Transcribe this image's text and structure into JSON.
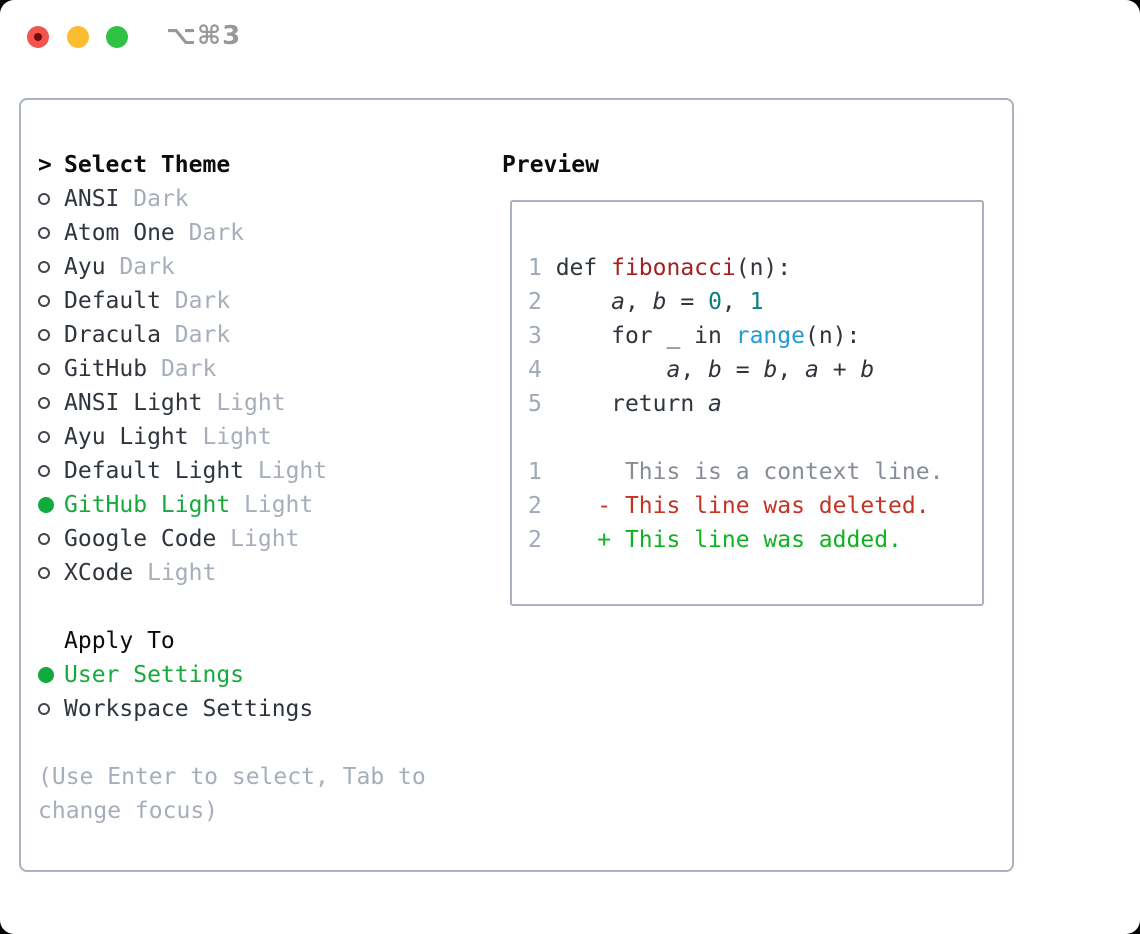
{
  "window": {
    "shortcut": "⌥⌘3",
    "traffic_lights": [
      {
        "name": "close-button",
        "color": "#f4544e"
      },
      {
        "name": "minimize-button",
        "color": "#fcbc2f"
      },
      {
        "name": "zoom-button",
        "color": "#2fc244"
      }
    ]
  },
  "left": {
    "title": {
      "prompt": ">",
      "label": "Select Theme"
    },
    "themes": [
      {
        "name": "ANSI",
        "tag": "Dark",
        "selected": false
      },
      {
        "name": "Atom One",
        "tag": "Dark",
        "selected": false
      },
      {
        "name": "Ayu",
        "tag": "Dark",
        "selected": false
      },
      {
        "name": "Default",
        "tag": "Dark",
        "selected": false
      },
      {
        "name": "Dracula",
        "tag": "Dark",
        "selected": false
      },
      {
        "name": "GitHub",
        "tag": "Dark",
        "selected": false
      },
      {
        "name": "ANSI Light",
        "tag": "Light",
        "selected": false
      },
      {
        "name": "Ayu Light",
        "tag": "Light",
        "selected": false
      },
      {
        "name": "Default Light",
        "tag": "Light",
        "selected": false
      },
      {
        "name": "GitHub Light",
        "tag": "Light",
        "selected": true
      },
      {
        "name": "Google Code",
        "tag": "Light",
        "selected": false
      },
      {
        "name": "XCode",
        "tag": "Light",
        "selected": false
      }
    ],
    "apply": {
      "title": "Apply To",
      "options": [
        {
          "name": "User Settings",
          "selected": true
        },
        {
          "name": "Workspace Settings",
          "selected": false
        }
      ]
    },
    "hint_lines": [
      "(Use Enter to select, Tab to",
      "change focus)"
    ]
  },
  "preview": {
    "title": "Preview",
    "lines": [
      {
        "num": "1",
        "tokens": [
          [
            "def ",
            "d"
          ],
          [
            "fibonacci",
            "fn"
          ],
          [
            "(n):",
            "d"
          ]
        ]
      },
      {
        "num": "2",
        "tokens": [
          [
            "    ",
            "d"
          ],
          [
            "a",
            "var"
          ],
          [
            ", ",
            "d"
          ],
          [
            "b",
            "var"
          ],
          [
            " = ",
            "d"
          ],
          [
            "0",
            "lit"
          ],
          [
            ", ",
            "d"
          ],
          [
            "1",
            "lit"
          ]
        ]
      },
      {
        "num": "3",
        "tokens": [
          [
            "    for _ in ",
            "d"
          ],
          [
            "range",
            "call"
          ],
          [
            "(n):",
            "d"
          ]
        ]
      },
      {
        "num": "4",
        "tokens": [
          [
            "        ",
            "d"
          ],
          [
            "a",
            "var"
          ],
          [
            ", ",
            "d"
          ],
          [
            "b",
            "var"
          ],
          [
            " = ",
            "d"
          ],
          [
            "b",
            "var"
          ],
          [
            ", ",
            "d"
          ],
          [
            "a",
            "var"
          ],
          [
            " + ",
            "d"
          ],
          [
            "b",
            "var"
          ]
        ]
      },
      {
        "num": "5",
        "tokens": [
          [
            "    return ",
            "d"
          ],
          [
            "a",
            "var"
          ]
        ]
      },
      {
        "num": "",
        "tokens": []
      },
      {
        "num": "1",
        "tokens": [
          [
            "     This is a context line.",
            "ctx"
          ]
        ]
      },
      {
        "num": "2",
        "tokens": [
          [
            "   ",
            "d"
          ],
          [
            "- This line was deleted.",
            "del"
          ]
        ]
      },
      {
        "num": "2",
        "tokens": [
          [
            "   ",
            "d"
          ],
          [
            "+ This line was added.",
            "add"
          ]
        ]
      }
    ]
  },
  "colors": {
    "accent_green": "#17a93c",
    "radio_green": "#12aa3e",
    "diff_added": "#10b224",
    "diff_deleted": "#c43425",
    "context_gray": "#888d95",
    "line_number_gray": "#a0aab6",
    "tag_gray": "#a6aeba",
    "code_default": "#2f353d",
    "function_red": "#a32121",
    "number_teal": "#0c7f82",
    "call_blue": "#209bcf",
    "panel_border": "#a9b2bd"
  }
}
